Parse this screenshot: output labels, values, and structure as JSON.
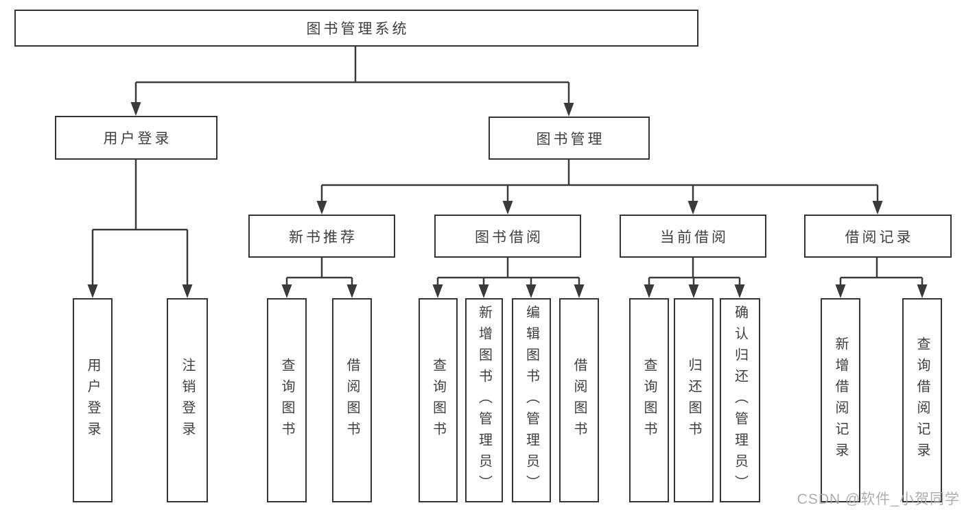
{
  "colors": {
    "line": "#3a3a3a",
    "box_border": "#343434",
    "text": "#3f3f3f",
    "background": "#ffffff",
    "watermark": "#a6a6a6"
  },
  "tree": {
    "root": "图书管理系统",
    "level2": [
      {
        "label": "用户登录",
        "leaves": [
          "用户登录",
          "注销登录"
        ]
      },
      {
        "label": "图书管理"
      }
    ],
    "level3": [
      {
        "label": "新书推荐",
        "leaves": [
          "查询图书",
          "借阅图书"
        ]
      },
      {
        "label": "图书借阅",
        "leaves": [
          "查询图书",
          "新增图书（管理员）",
          "编辑图书（管理员）",
          "借阅图书"
        ]
      },
      {
        "label": "当前借阅",
        "leaves": [
          "查询图书",
          "归还图书",
          "确认归还（管理员）"
        ]
      },
      {
        "label": "借阅记录",
        "leaves": [
          "新增借阅记录",
          "查询借阅记录"
        ]
      }
    ]
  },
  "watermark": "CSDN @软件_小贺同学"
}
